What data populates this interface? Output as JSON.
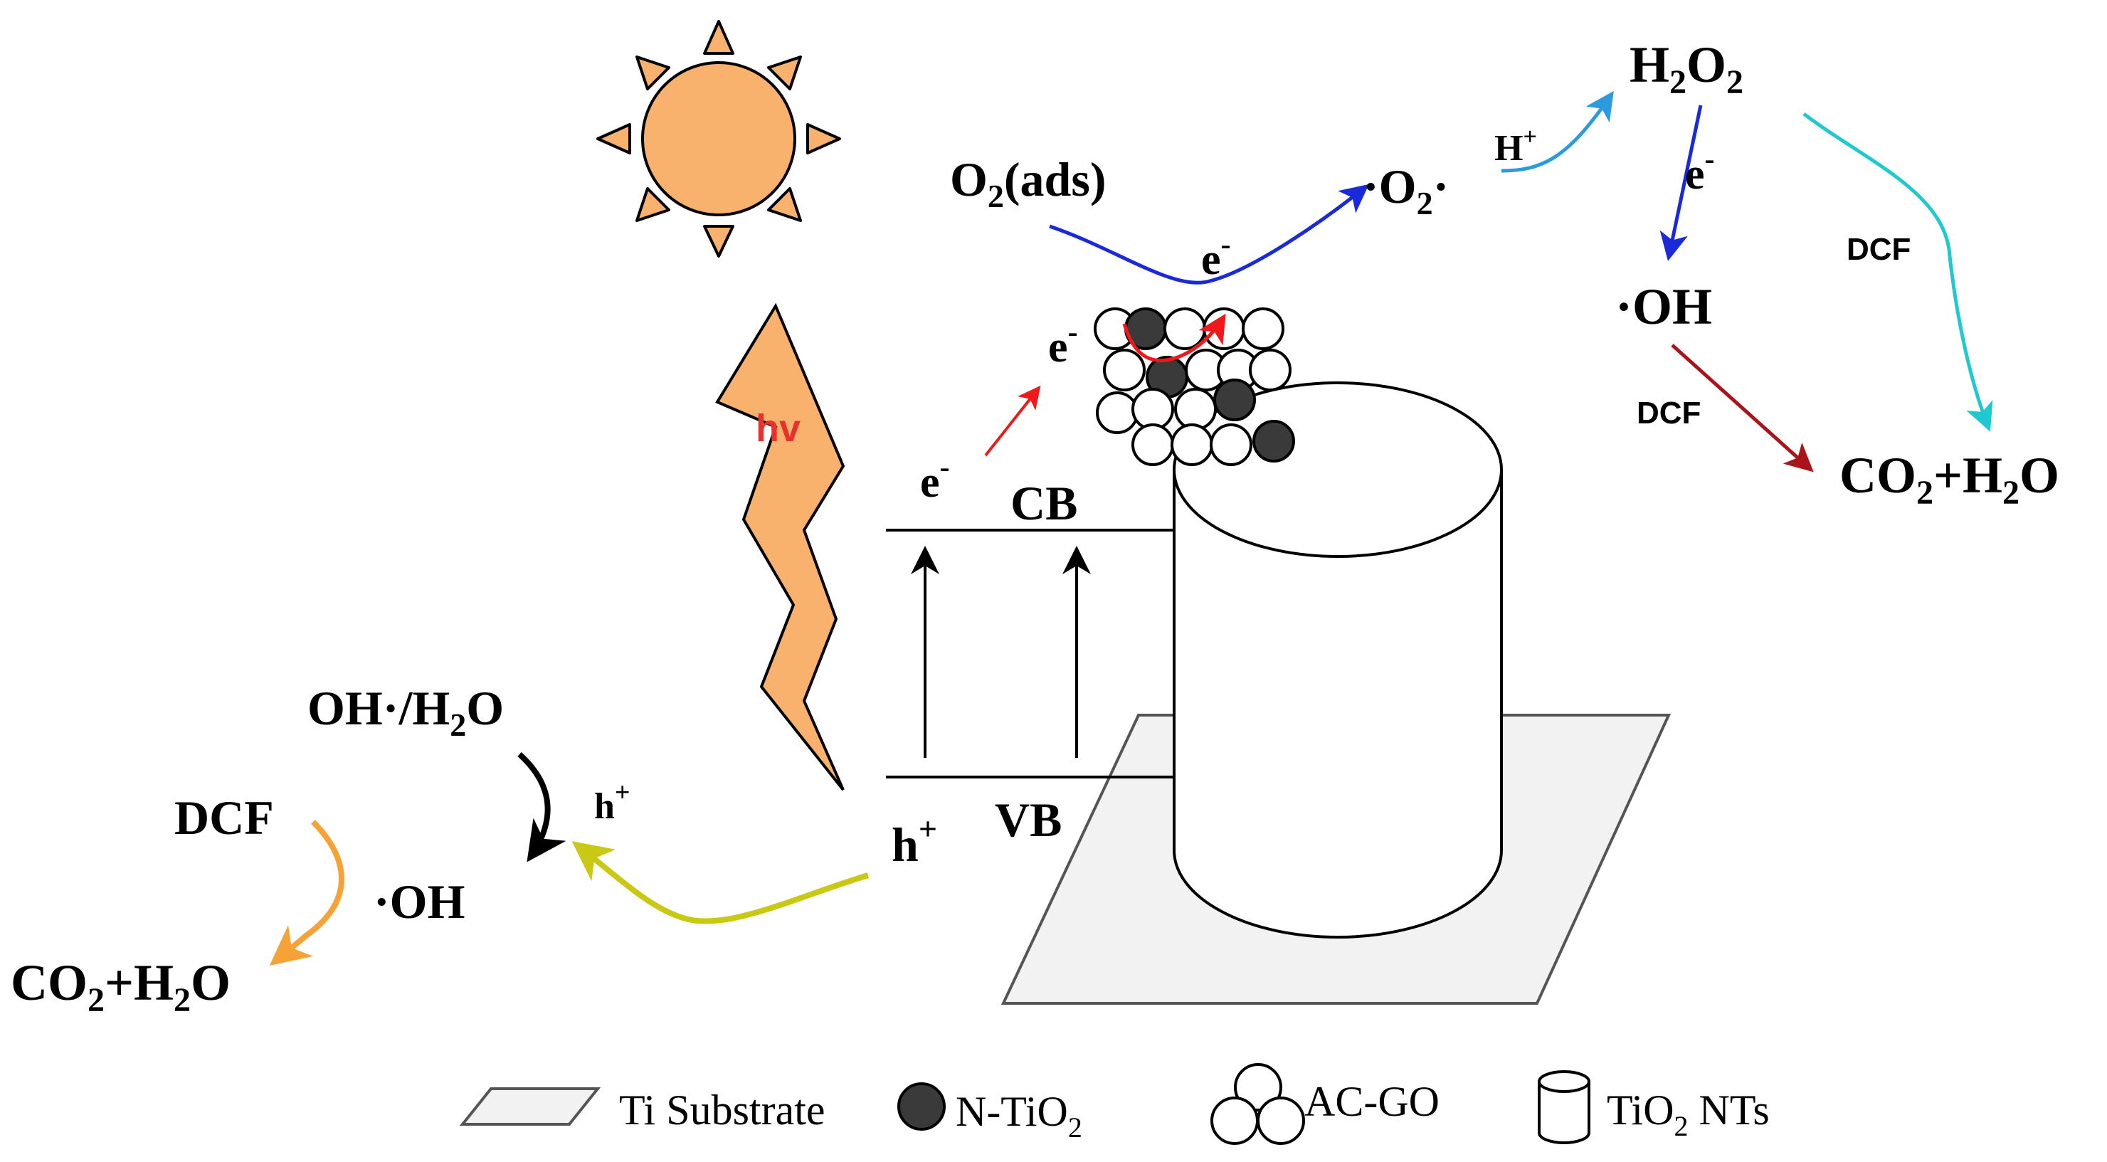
{
  "labels": {
    "o2_ads": "O2(ads)",
    "superoxide": "·O2·",
    "h_plus_top": "H+",
    "h2o2": "H2O2",
    "e_minus_top": "e-",
    "e_minus_h2o2": "e-",
    "oh_right": "·OH",
    "dcf_right_a": "DCF",
    "dcf_right_b": "DCF",
    "co2_h2o_right": "CO2+H2O",
    "e_minus_left": "e-",
    "e_minus_cb": "e-",
    "cb": "CB",
    "vb": "VB",
    "hv": "hv",
    "oh_h2o": "OH·/H2O",
    "h_plus_small": "h+",
    "h_plus_vb": "h+",
    "dcf_left": "DCF",
    "oh_left": "·OH",
    "co2_h2o_left": "CO2+H2O"
  },
  "legend": {
    "ti_substrate": "Ti Substrate",
    "n_tio2": "N-TiO2",
    "ac_go": "AC-GO",
    "tio2_nts": "TiO2 NTs"
  },
  "colors": {
    "sun_fill": "#f8b26e",
    "hv_red": "#e8312a",
    "blue_arrow": "#1a2ad8",
    "light_blue_arrow": "#2a9be0",
    "cyan_arrow": "#1ec9d0",
    "darkred_arrow": "#a8141a",
    "red_arrow": "#f01818",
    "yellow_arrow": "#c9c814",
    "orange_arrow": "#f6a236",
    "substrate_fill": "#f2f2f2",
    "dark_particle": "#3a3a3a"
  }
}
